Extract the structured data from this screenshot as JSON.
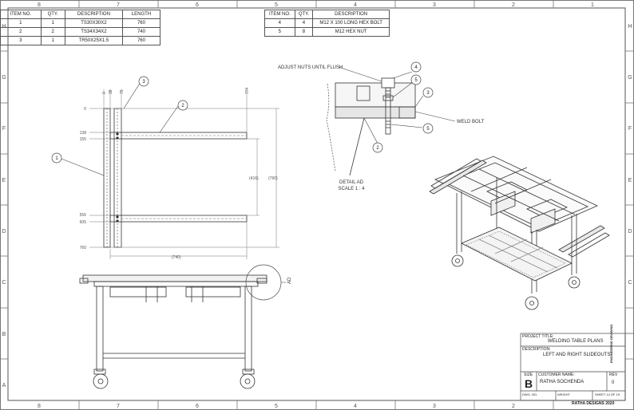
{
  "border": {
    "col_labels": [
      "8",
      "7",
      "6",
      "5",
      "4",
      "3",
      "2",
      "1"
    ],
    "row_labels": [
      "H",
      "G",
      "F",
      "E",
      "D",
      "C",
      "B",
      "A"
    ]
  },
  "bom_left": {
    "headers": [
      "ITEM NO.",
      "QTY.",
      "DESCRIPTION",
      "LENGTH"
    ],
    "rows": [
      [
        "1",
        "1",
        "TS30X30X2",
        "760"
      ],
      [
        "2",
        "2",
        "TS34X34X2",
        "740"
      ],
      [
        "3",
        "1",
        "TR50X25X1.5",
        "760"
      ]
    ]
  },
  "bom_right": {
    "headers": [
      "ITEM NO.",
      "QTY.",
      "DESCRIPTION"
    ],
    "rows": [
      [
        "4",
        "4",
        "M12 X 100 LONG HEX BOLT"
      ],
      [
        "5",
        "8",
        "M12 HEX NUT"
      ]
    ]
  },
  "plan_view": {
    "balloons": [
      "1",
      "2",
      "3"
    ],
    "dims_left": [
      "0",
      "138",
      "155",
      "556",
      "605",
      "760"
    ],
    "dims_top": [
      "0",
      "38",
      "75",
      "774"
    ],
    "dim_inner": "(416)",
    "dim_outer": "(760)",
    "dim_bottom": "(740)"
  },
  "front_view": {
    "detail_tag": "AD"
  },
  "detail": {
    "callout": "ADJUST NUTS UNTIL FLUSH",
    "weld_note": "WELD BOLT",
    "balloons": [
      "4",
      "5",
      "3",
      "5",
      "2"
    ],
    "title": "DETAIL AD",
    "scale": "SCALE 1 : 4"
  },
  "title_block": {
    "project_label": "PROJECT TITLE:",
    "project": "WELDING TABLE PLANS",
    "desc_label": "DESCRIPTION:",
    "desc": "LEFT AND RIGHT SLIDEOUTS",
    "size_label": "SIZE",
    "size": "B",
    "customer_label": "CUSTOMER NAME:",
    "customer": "RATHA SOCHENDA",
    "rev_label": "REV",
    "rev": "0",
    "dwg_label": "DWG. NO.",
    "weight_label": "WEIGHT",
    "sheet": "SHEET 14 OF 19",
    "vertical": "ENGINEERING DRAWING",
    "credit": "RATHA DESIGNS 2020"
  }
}
